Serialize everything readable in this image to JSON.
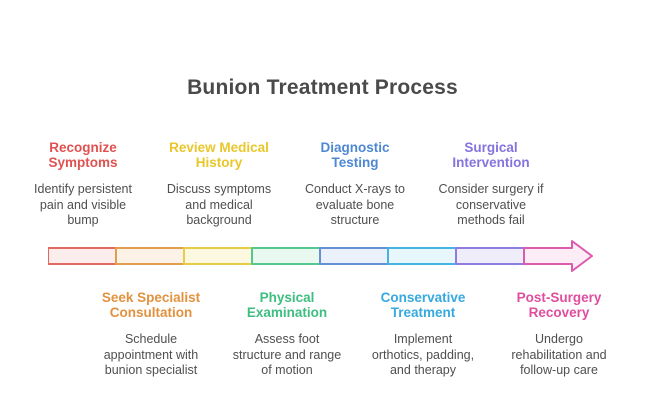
{
  "title": "Bunion Treatment Process",
  "title_color": "#4A4A4A",
  "body_text_color": "#4F4F4F",
  "steps": [
    {
      "order": 1,
      "position": "top",
      "title": [
        "Recognize",
        "Symptoms"
      ],
      "description": [
        "Identify persistent",
        "pain and visible",
        "bump"
      ],
      "color": "#E05251"
    },
    {
      "order": 2,
      "position": "bottom",
      "title": [
        "Seek Specialist",
        "Consultation"
      ],
      "description": [
        "Schedule",
        "appointment with",
        "bunion specialist"
      ],
      "color": "#E2923E"
    },
    {
      "order": 3,
      "position": "top",
      "title": [
        "Review Medical",
        "History"
      ],
      "description": [
        "Discuss symptoms",
        "and medical",
        "background"
      ],
      "color": "#E9C72B"
    },
    {
      "order": 4,
      "position": "bottom",
      "title": [
        "Physical",
        "Examination"
      ],
      "description": [
        "Assess foot",
        "structure and range",
        "of motion"
      ],
      "color": "#3EBE81"
    },
    {
      "order": 5,
      "position": "top",
      "title": [
        "Diagnostic",
        "Testing"
      ],
      "description": [
        "Conduct X-rays to",
        "evaluate bone",
        "structure"
      ],
      "color": "#4E88D4"
    },
    {
      "order": 6,
      "position": "bottom",
      "title": [
        "Conservative",
        "Treatment"
      ],
      "description": [
        "Implement",
        "orthotics, padding,",
        "and therapy"
      ],
      "color": "#36A9E0"
    },
    {
      "order": 7,
      "position": "top",
      "title": [
        "Surgical",
        "Intervention"
      ],
      "description": [
        "Consider surgery if",
        "conservative",
        "methods fail"
      ],
      "color": "#8573DE"
    },
    {
      "order": 8,
      "position": "bottom",
      "title": [
        "Post-Surgery",
        "Recovery"
      ],
      "description": [
        "Undergo",
        "rehabilitation and",
        "follow-up care"
      ],
      "color": "#E14D9E"
    }
  ],
  "arrow": {
    "direction": "left-to-right",
    "segments": [
      {
        "stroke": "#E06A62",
        "fill": "#FBEDEC"
      },
      {
        "stroke": "#E39D4E",
        "fill": "#FCF3E6"
      },
      {
        "stroke": "#E5CE45",
        "fill": "#FCF9E0"
      },
      {
        "stroke": "#55C88D",
        "fill": "#E9F9F0"
      },
      {
        "stroke": "#6590D6",
        "fill": "#EBF1FB"
      },
      {
        "stroke": "#44B4E0",
        "fill": "#E7F7FC"
      },
      {
        "stroke": "#8F7CE0",
        "fill": "#F0EDFB"
      },
      {
        "stroke": "#DB5BAC",
        "fill": "#FCECF6"
      }
    ]
  }
}
